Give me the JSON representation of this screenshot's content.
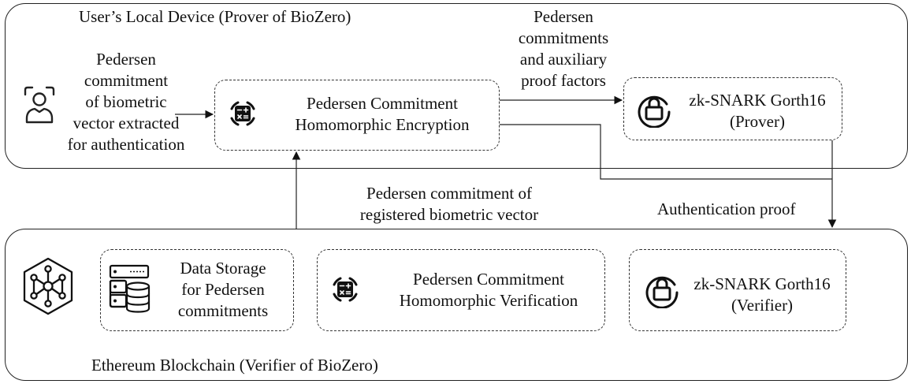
{
  "regions": {
    "local_device": "User’s Local Device (Prover of BioZero)",
    "blockchain": "Ethereum Blockchain (Verifier of  BioZero)"
  },
  "input": {
    "lines": [
      "Pedersen",
      "commitment",
      "of biometric",
      "vector extracted",
      "for authentication"
    ]
  },
  "boxes": {
    "encryption": [
      "Pedersen Commitment",
      "Homomorphic Encryption"
    ],
    "prover": [
      "zk-SNARK Gorth16",
      "(Prover)"
    ],
    "storage": [
      "Data Storage",
      "for Pedersen",
      "commitments"
    ],
    "verification": [
      "Pedersen Commitment",
      "Homomorphic Verification"
    ],
    "verifier": [
      "zk-SNARK Gorth16",
      "(Verifier)"
    ]
  },
  "arrows": {
    "to_prover": [
      "Pedersen",
      "commitments",
      "and auxiliary",
      "proof factors"
    ],
    "registered": [
      "Pedersen commitment of",
      "registered biometric vector"
    ],
    "auth_proof": "Authentication proof"
  },
  "icons": {
    "user": "user-scan-icon",
    "encryption": "calculator-chip-icon",
    "lock": "lock-icon",
    "database": "database-server-icon",
    "network": "blockchain-network-icon"
  }
}
